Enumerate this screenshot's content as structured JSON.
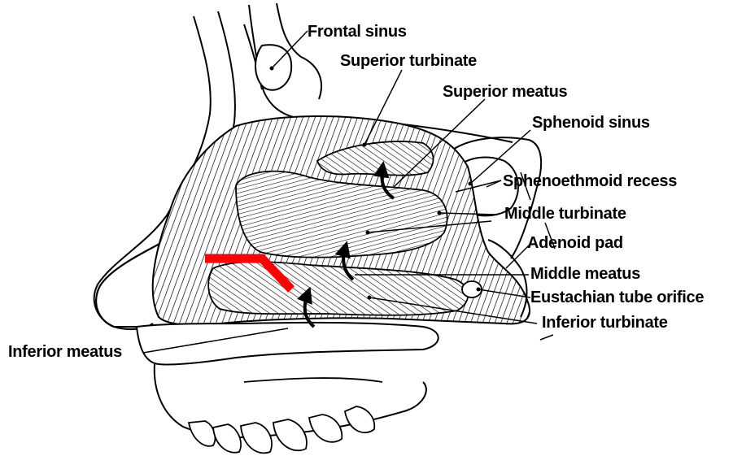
{
  "labels": {
    "frontal_sinus": "Frontal sinus",
    "superior_turbinate": "Superior turbinate",
    "superior_meatus": "Superior meatus",
    "sphenoid_sinus": "Sphenoid sinus",
    "sphenoethmoid_recess": "Sphenoethmoid  recess",
    "middle_turbinate": "Middle turbinate",
    "adenoid_pad": "Adenoid pad",
    "middle_meatus": "Middle meatus",
    "eustachian_tube_orifice": "Eustachian tube orifice",
    "inferior_turbinate": "Inferior turbinate",
    "inferior_meatus": "Inferior meatus"
  },
  "colors": {
    "ink": "#000000",
    "highlight": "#ff0000",
    "tissue": "#e6e6e6"
  }
}
